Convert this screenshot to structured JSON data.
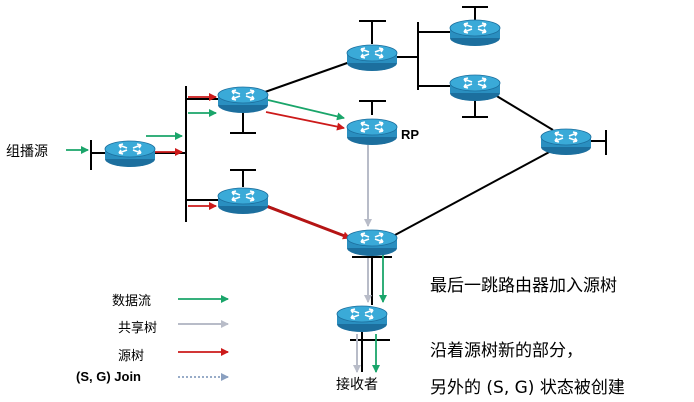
{
  "labels": {
    "source": "组播源",
    "rp": "RP",
    "receiver": "接收者",
    "last_hop": "最后一跳路由器加入源树",
    "along_line1": "沿着源树新的部分，",
    "along_line2": "另外的 (S, G) 状态被创建"
  },
  "legend": {
    "data_flow": "数据流",
    "shared_tree": "共享树",
    "source_tree": "源树",
    "sg_join": "(S, G) Join"
  },
  "colors": {
    "data_flow": "#1aa56a",
    "shared_tree": "#b8bcc8",
    "source_tree": "#cc1a1a",
    "sg_join": "#8aa0c0",
    "router_body": "#2a8fc0",
    "router_top": "#3aaad8",
    "link": "#000000"
  }
}
